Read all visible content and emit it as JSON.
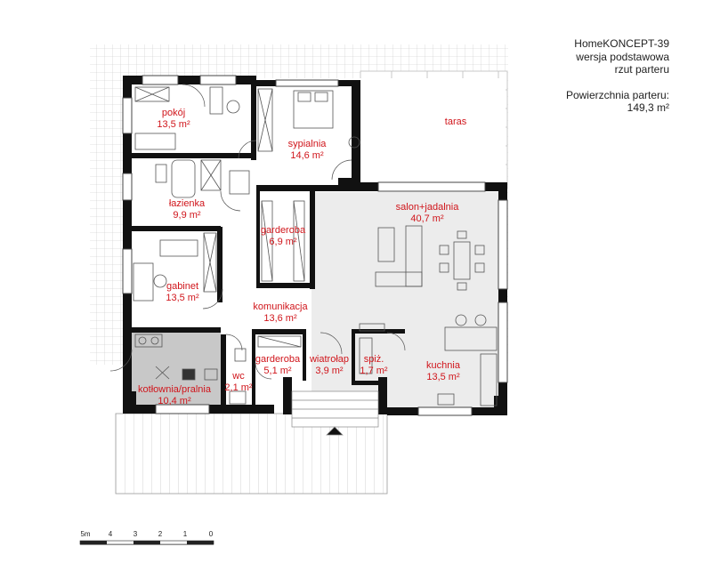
{
  "project": {
    "name": "HomeKONCEPT-39",
    "version": "wersja podstawowa",
    "view": "rzut parteru",
    "area_label": "Powierzchnia parteru:",
    "area_value": "149,3 m²"
  },
  "rooms": [
    {
      "id": "pokoj",
      "name": "pokój",
      "area": "13,5 m²"
    },
    {
      "id": "sypialnia",
      "name": "sypialnia",
      "area": "14,6 m²"
    },
    {
      "id": "lazienka",
      "name": "łazienka",
      "area": "9,9 m²"
    },
    {
      "id": "gabinet",
      "name": "gabinet",
      "area": "13,5 m²"
    },
    {
      "id": "garderoba1",
      "name": "garderoba",
      "area": "6,9 m²"
    },
    {
      "id": "salon",
      "name": "salon+jadalnia",
      "area": "40,7 m²"
    },
    {
      "id": "komunikacja",
      "name": "komunikacja",
      "area": "13,6 m²"
    },
    {
      "id": "kotlownia",
      "name": "kotłownia/pralnia",
      "area": "10,4 m²"
    },
    {
      "id": "wc",
      "name": "wc",
      "area": "2,1 m²"
    },
    {
      "id": "garderoba2",
      "name": "garderoba",
      "area": "5,1 m²"
    },
    {
      "id": "wiatrolap",
      "name": "wiatrołap",
      "area": "3,9 m²"
    },
    {
      "id": "spiz",
      "name": "spiż.",
      "area": "1,7 m²"
    },
    {
      "id": "kuchnia",
      "name": "kuchnia",
      "area": "13,5 m²"
    }
  ],
  "terrace": {
    "name": "taras"
  },
  "scale": {
    "ticks": [
      "0",
      "1",
      "2",
      "3",
      "4",
      "5m"
    ]
  },
  "colors": {
    "wall": "#111111",
    "label": "#d0151b",
    "boiler_room": "#c8c8c8",
    "fill": "#ececec",
    "deck_line": "#bdbdbd"
  }
}
